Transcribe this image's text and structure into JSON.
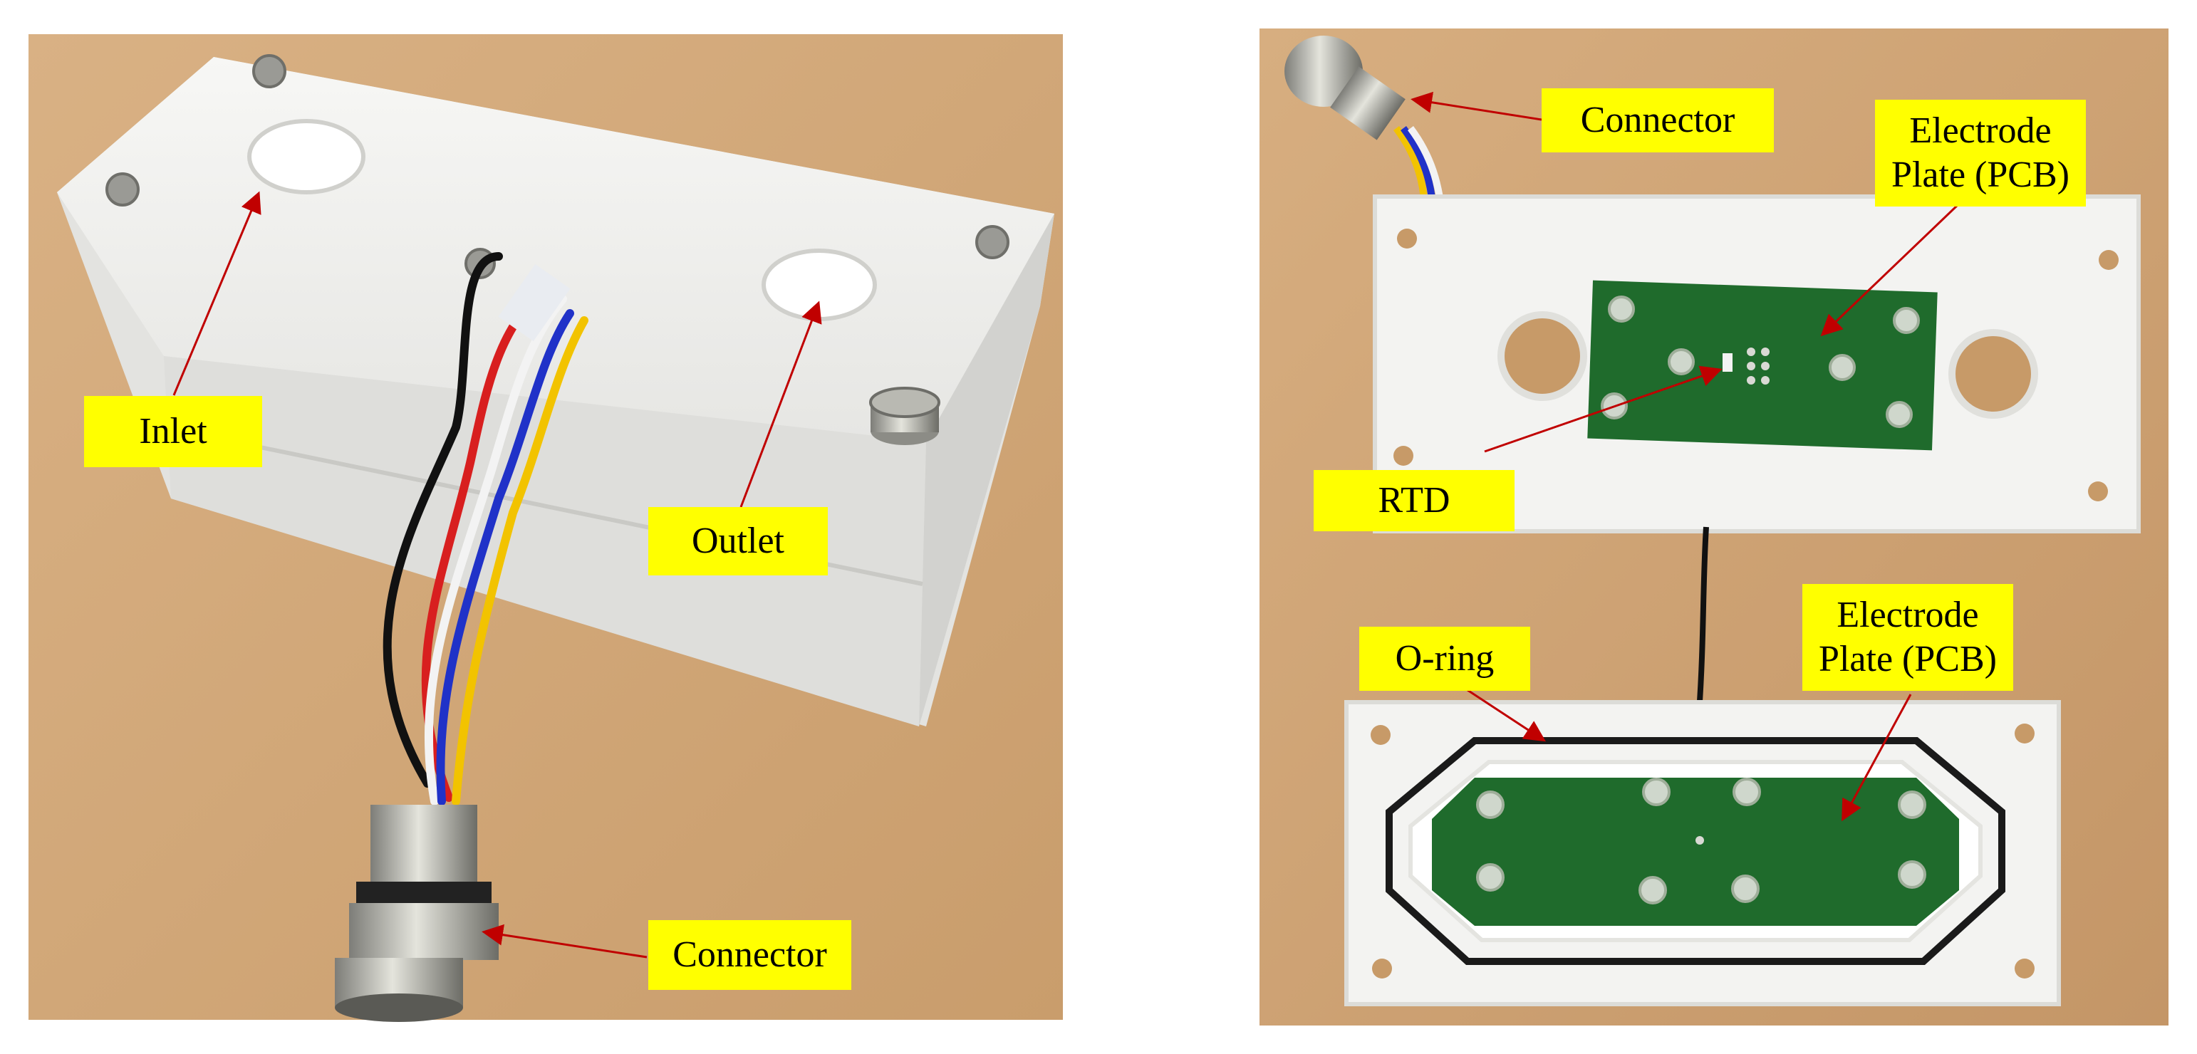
{
  "left_photo": {
    "labels": {
      "inlet": "Inlet",
      "outlet": "Outlet",
      "connector": "Connector"
    }
  },
  "right_photo": {
    "labels": {
      "connector": "Connector",
      "electrode_plate_top": "Electrode\nPlate (PCB)",
      "rtd": "RTD",
      "o_ring": "O-ring",
      "electrode_plate_bottom": "Electrode\nPlate (PCB)"
    }
  },
  "colors": {
    "callout_bg": "#ffff00",
    "arrow": "#c00000",
    "table": "#c8a070",
    "housing": "#f2f2ef",
    "pcb": "#1f6b2c"
  }
}
